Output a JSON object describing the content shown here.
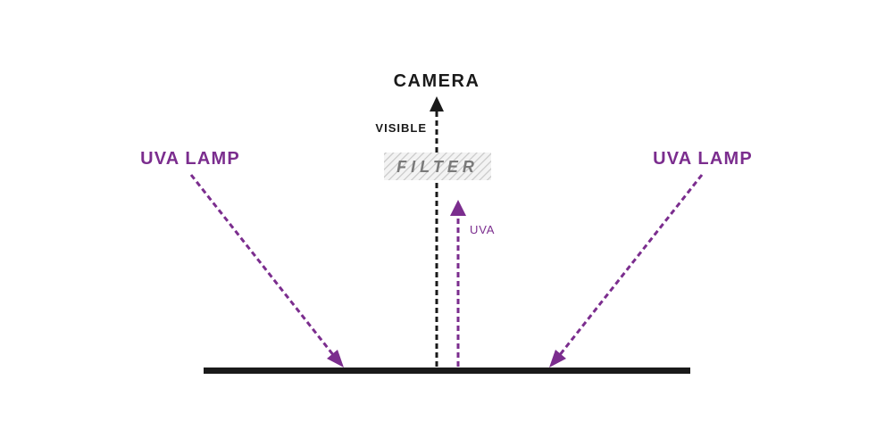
{
  "labels": {
    "camera": "CAMERA",
    "visible": "VISIBLE",
    "filter": "FILTER",
    "uva": "UVA",
    "uva_lamp_left": "UVA LAMP",
    "uva_lamp_right": "UVA LAMP"
  },
  "colors": {
    "black": "#1a1a1a",
    "purple": "#7b2d8e",
    "filter_text": "#7a7a7a",
    "filter_hatch": "#c8c8c8"
  }
}
